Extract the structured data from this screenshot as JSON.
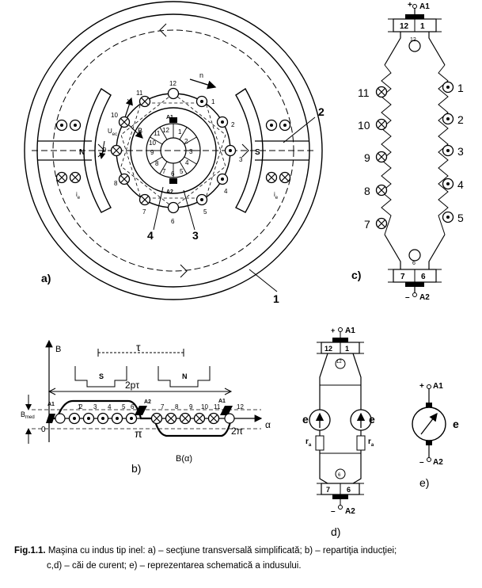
{
  "panel_labels": {
    "a": "a)",
    "b": "b)",
    "c": "c)",
    "d": "d)",
    "e": "e)"
  },
  "part_numbers": {
    "p1": "1",
    "p2": "2",
    "p3": "3",
    "p4": "4"
  },
  "section": {
    "poles": [
      "N",
      "S"
    ],
    "rotation": "n",
    "velocity": "v",
    "field": "B",
    "emf": "U",
    "emf_sub": "ec",
    "excitation": "i",
    "excitation_sub": "e",
    "brush_top": "A1",
    "brush_bottom": "A2",
    "outer_conductors": [
      "1",
      "2",
      "3",
      "4",
      "5",
      "6",
      "7",
      "8",
      "9",
      "10",
      "11",
      "12"
    ],
    "commutator_segments": [
      "1",
      "2",
      "3",
      "4",
      "5",
      "6",
      "7",
      "8",
      "9",
      "10",
      "11",
      "12"
    ]
  },
  "flux_plot": {
    "y_axis": "B",
    "x_axis": "α",
    "tau": "τ",
    "two_p_tau": "2pτ",
    "poles": [
      "S",
      "N"
    ],
    "bmed": "B",
    "bmed_sub": "med",
    "origin": "0",
    "pi": "π",
    "two_pi": "2π",
    "curve": "B(α)",
    "brushes": [
      "A1",
      "A2",
      "A1"
    ],
    "conductors": [
      "1",
      "2",
      "3",
      "4",
      "5",
      "6",
      "7",
      "8",
      "9",
      "10",
      "11",
      "12"
    ]
  },
  "current_paths": {
    "terminal_top": "+",
    "terminal_bottom": "–",
    "brush_top": "A1",
    "brush_bottom": "A2",
    "top_segments": [
      "12",
      "1"
    ],
    "bottom_segments": [
      "7",
      "6"
    ],
    "top_coil": "12",
    "bottom_coil": "6",
    "left_branch": [
      "11",
      "10",
      "9",
      "8",
      "7"
    ],
    "right_branch": [
      "1",
      "2",
      "3",
      "4",
      "5"
    ]
  },
  "equivalent": {
    "emf": "e",
    "resistance": "r",
    "resistance_sub": "a"
  },
  "caption": {
    "label": "Fig.1.1.",
    "line1": " Maşina cu indus tip inel: a) – secţiune transversală simplificată; b) – repartiţia inducţiei;",
    "line2": "c,d) – căi de curent; e) – reprezentarea schematică a indusului."
  }
}
